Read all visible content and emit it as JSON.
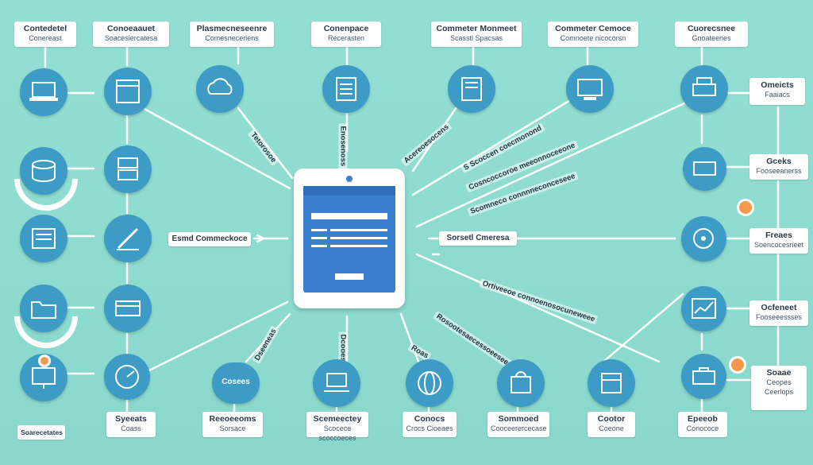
{
  "colors": {
    "background": "#8fdcd0",
    "node": "#3d9cc6",
    "screen": "#3a7fd0",
    "line": "#ffffff",
    "accent": "#f39a4a"
  },
  "top_labels": [
    {
      "l1": "Contedetel",
      "l2": "Conereast"
    },
    {
      "l1": "Conoeaauet",
      "l2": "Soacesiercatesa"
    },
    {
      "l1": "Plasmecneseenre",
      "l2": "Comesneceriens"
    },
    {
      "l1": "Conenpace",
      "l2": "Recerasten"
    },
    {
      "l1": "Commeter Monmeet",
      "l2": "Scasstl Spacsas"
    },
    {
      "l1": "Commeter Cemoce",
      "l2": "Comnoete nicocorsn"
    },
    {
      "l1": "Cuorecsnee",
      "l2": "Gnoateenes"
    }
  ],
  "right_labels": [
    {
      "l1": "Omeicts",
      "l2": "Faaiacs"
    },
    {
      "l1": "Gceks",
      "l2": "Fooseeanerss"
    },
    {
      "l1": "Freaes",
      "l2": "Soencocesneet"
    },
    {
      "l1": "Ocfeneet",
      "l2": "Fooseeessses"
    },
    {
      "l1": "Soaae",
      "l2": "Ceopes",
      "l3": "Ceerlops"
    }
  ],
  "bottom_labels": [
    {
      "l1": "Syeeats",
      "l2": "Coass"
    },
    {
      "l1": "Reeoeeoms",
      "l2": "Sorsace"
    },
    {
      "l1": "Scemeectey",
      "l2": "Scocece scoccoeces"
    },
    {
      "l1": "Conocs",
      "l2": "Crocs Cioeaes"
    },
    {
      "l1": "Sommoed",
      "l2": "Cooceerercecase"
    },
    {
      "l1": "Cootor",
      "l2": "Coeone"
    },
    {
      "l1": "Epeeob",
      "l2": "Conococe"
    }
  ],
  "bottom_left_tag": "Soarecetates",
  "center_side_labels": {
    "left": "Esmd Commeckoce",
    "right": "Sorsetl Cmeresa"
  },
  "slanted_labels": {
    "a": "Tetorosoe",
    "b": "Enosenoss",
    "c": "Acereoesocens",
    "d": "S Scoccen coecmonond",
    "e": "Cosncoccoroe meeonnoceeone",
    "f": "Scomneco connnneconceseee",
    "g": "Ortiveeoe connoenosocuneweee",
    "h": "Rosootesaecessoeesees",
    "i": "Dseeneas",
    "j": "Dcooes",
    "k": "Roas"
  },
  "bubble_text": "Cosees"
}
